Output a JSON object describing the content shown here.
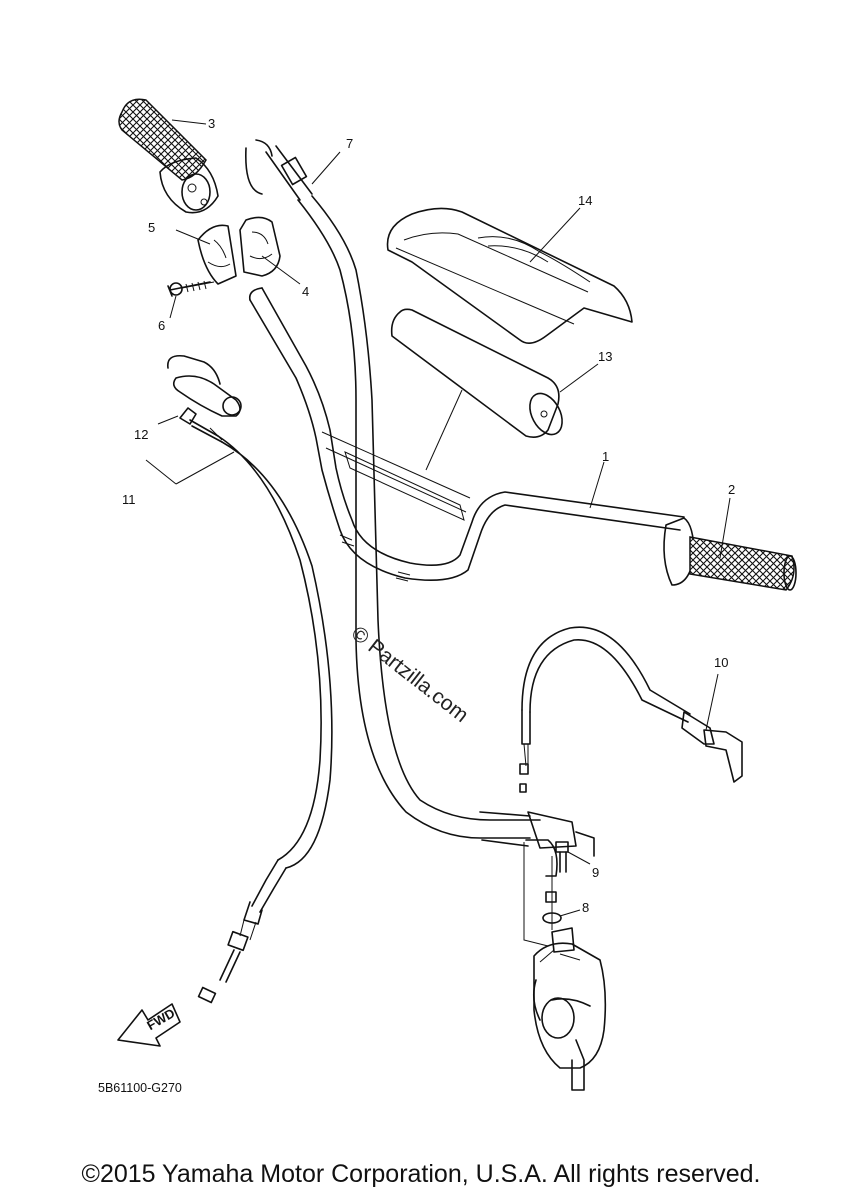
{
  "callouts": [
    {
      "id": "1",
      "part": "handlebar"
    },
    {
      "id": "2",
      "part": "right-grip"
    },
    {
      "id": "3",
      "part": "throttle-grip"
    },
    {
      "id": "4",
      "part": "throttle-housing-lower"
    },
    {
      "id": "5",
      "part": "throttle-housing-upper"
    },
    {
      "id": "6",
      "part": "screw"
    },
    {
      "id": "7",
      "part": "throttle-cable"
    },
    {
      "id": "8",
      "part": "o-ring"
    },
    {
      "id": "9",
      "part": "bolt"
    },
    {
      "id": "10",
      "part": "starter-cable"
    },
    {
      "id": "11",
      "part": "clutch-cable-assembly"
    },
    {
      "id": "12",
      "part": "clutch-lever-holder"
    },
    {
      "id": "13",
      "part": "handlebar-pad"
    },
    {
      "id": "14",
      "part": "handlebar-pad-cover"
    }
  ],
  "diagram_code": "5B61100-G270",
  "fwd_label": "FWD",
  "watermark": "© Partzilla.com",
  "copyright": "©2015 Yamaha Motor Corporation, U.S.A. All rights reserved."
}
